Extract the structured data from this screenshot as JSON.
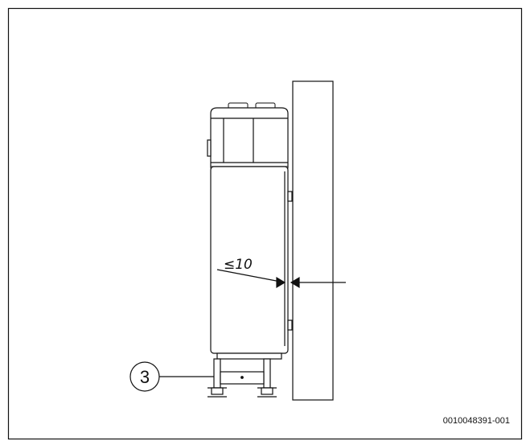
{
  "diagram": {
    "dimension_label": "≤10",
    "callout_number": "3",
    "document_id": "0010048391-001"
  }
}
